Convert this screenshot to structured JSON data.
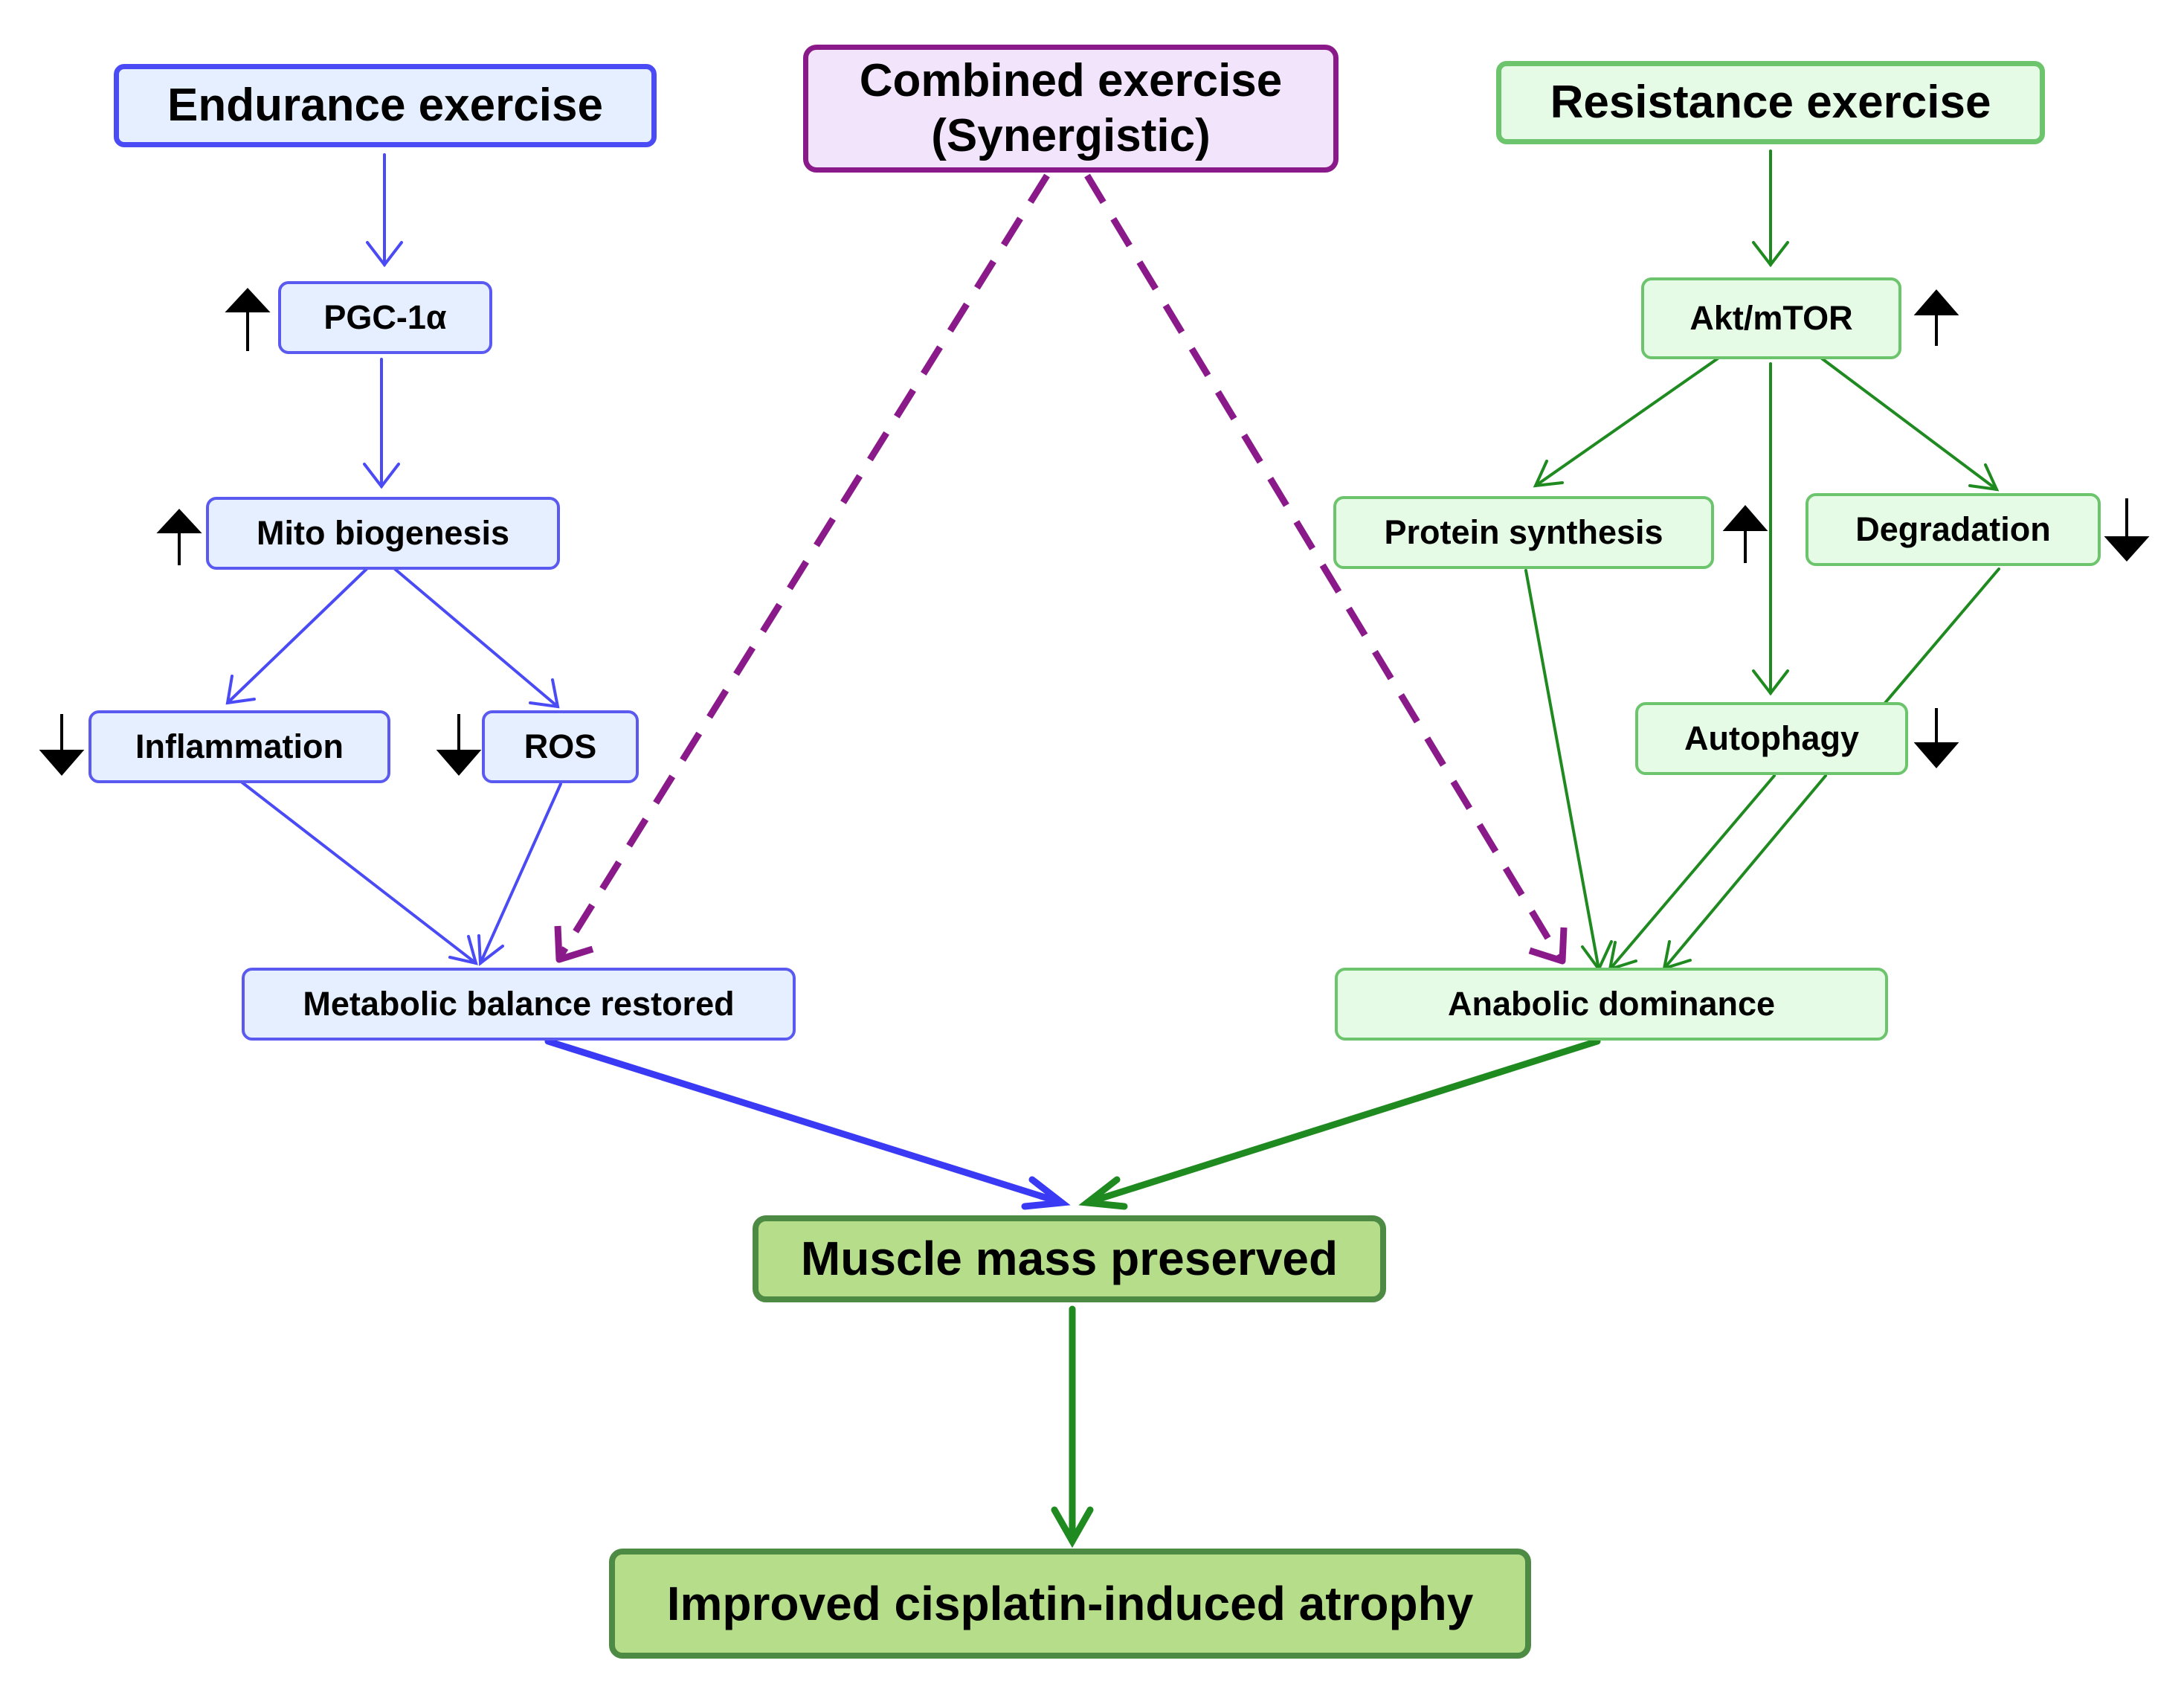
{
  "endurance": {
    "title": "Endurance exercise",
    "pgc": "PGC-1α",
    "mito": "Mito biogenesis",
    "inflammation": "Inflammation",
    "ros": "ROS",
    "metabolic": "Metabolic balance restored"
  },
  "combined": {
    "title": "Combined exercise\n(Synergistic)"
  },
  "resistance": {
    "title": "Resistance exercise",
    "akt": "Akt/mTOR",
    "protein": "Protein synthesis",
    "degradation": "Degradation",
    "autophagy": "Autophagy",
    "anabolic": "Anabolic dominance"
  },
  "outcome": {
    "muscle": "Muscle mass preserved",
    "atrophy": "Improved cisplatin-induced atrophy"
  },
  "indicators": {
    "pgc": "up",
    "mito": "up",
    "inflammation": "down",
    "ros": "down",
    "akt": "up",
    "protein": "up",
    "degradation": "down",
    "autophagy": "down"
  },
  "colors": {
    "endurance": "#4b4bf5",
    "combined": "#8a1a8a",
    "resistance": "#1f8a1f",
    "indicator": "#000000"
  }
}
